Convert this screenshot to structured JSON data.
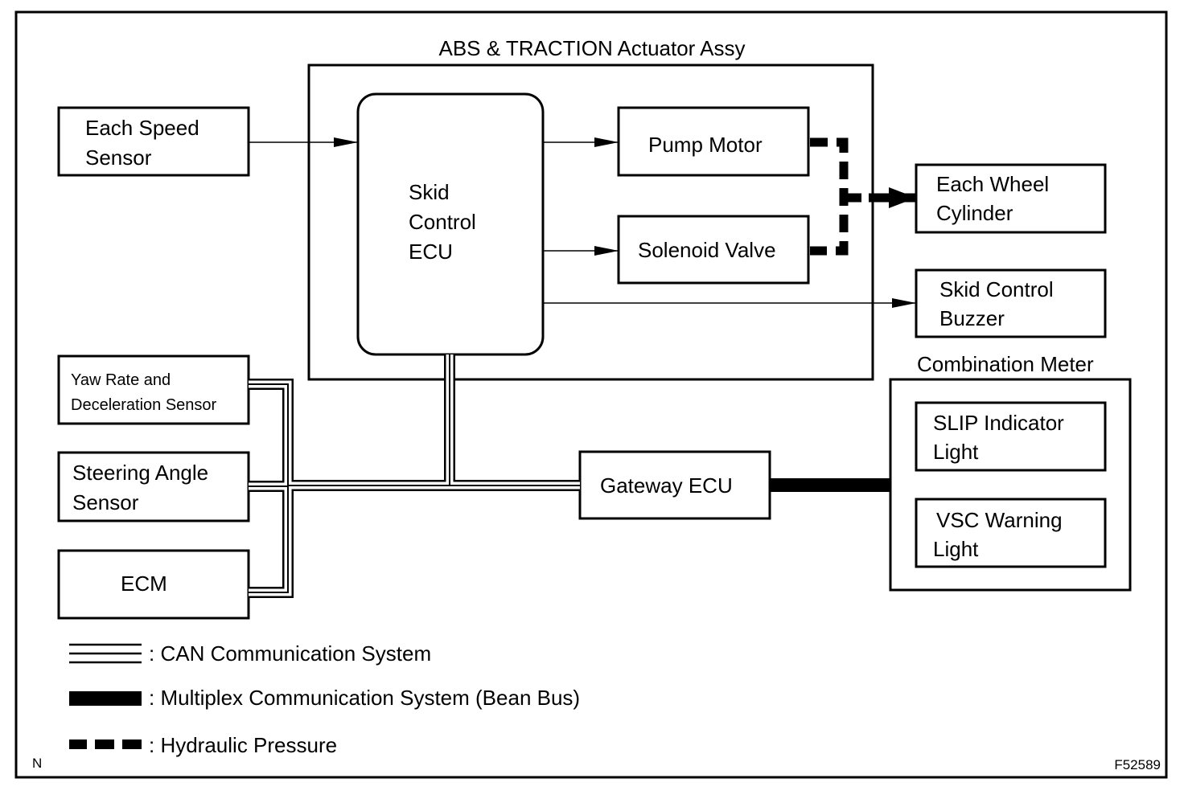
{
  "actuator": {
    "title": "ABS & TRACTION Actuator Assy"
  },
  "speed_sensor": {
    "line1": "Each Speed",
    "line2": "Sensor"
  },
  "skid_ecu": {
    "line1": "Skid",
    "line2": "Control",
    "line3": "ECU"
  },
  "pump_motor": {
    "label": "Pump Motor"
  },
  "solenoid_valve": {
    "label": "Solenoid Valve"
  },
  "wheel_cylinder": {
    "line1": "Each Wheel",
    "line2": "Cylinder"
  },
  "buzzer": {
    "line1": "Skid Control",
    "line2": "Buzzer"
  },
  "yaw_sensor": {
    "line1": "Yaw Rate and",
    "line2": "Deceleration Sensor"
  },
  "steering_sensor": {
    "line1": "Steering Angle",
    "line2": "Sensor"
  },
  "ecm": {
    "label": "ECM"
  },
  "gateway": {
    "label": "Gateway ECU"
  },
  "combination_meter": {
    "title": "Combination Meter"
  },
  "slip_light": {
    "line1": "SLIP Indicator",
    "line2": "Light"
  },
  "vsc_light": {
    "line1": "VSC Warning",
    "line2": "Light"
  },
  "legend": {
    "can": ": CAN Communication System",
    "multiplex": ": Multiplex Communication System (Bean Bus)",
    "hydraulic": ": Hydraulic Pressure"
  },
  "corner_left": "N",
  "corner_right": "F52589"
}
